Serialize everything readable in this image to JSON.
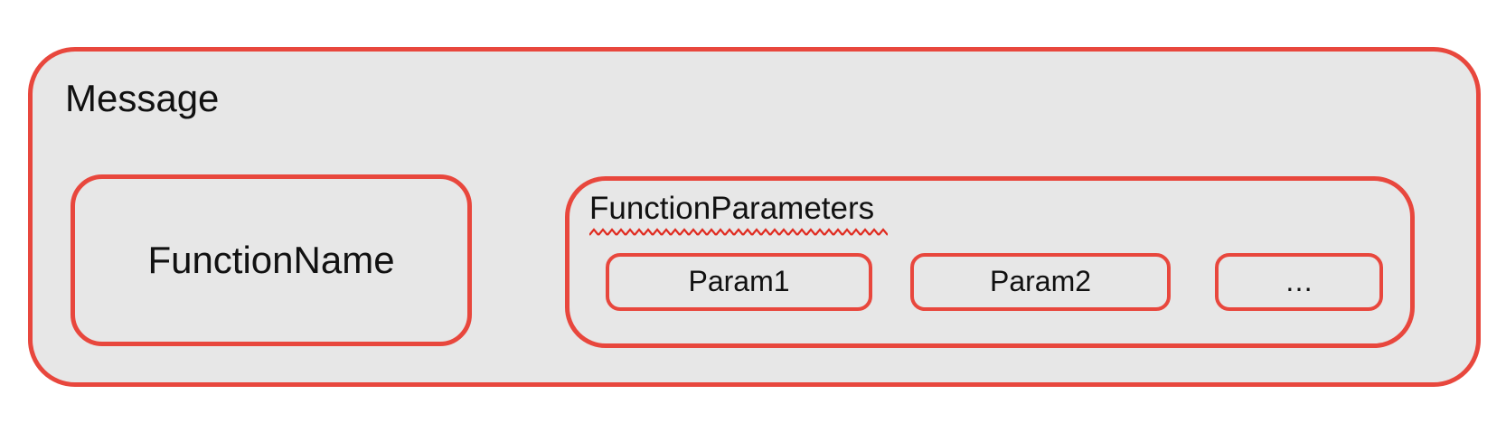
{
  "colors": {
    "box_border_red": "#e8473d",
    "box_fill_gray": "#e7e7e7",
    "squiggle_red": "#e02b20",
    "text_black": "#111111",
    "page_background": "#ffffff"
  },
  "diagram": {
    "message": {
      "label": "Message"
    },
    "function_name": {
      "label": "FunctionName"
    },
    "function_parameters": {
      "label": "FunctionParameters",
      "params": [
        {
          "label": "Param1"
        },
        {
          "label": "Param2"
        },
        {
          "label": "…"
        }
      ]
    }
  }
}
